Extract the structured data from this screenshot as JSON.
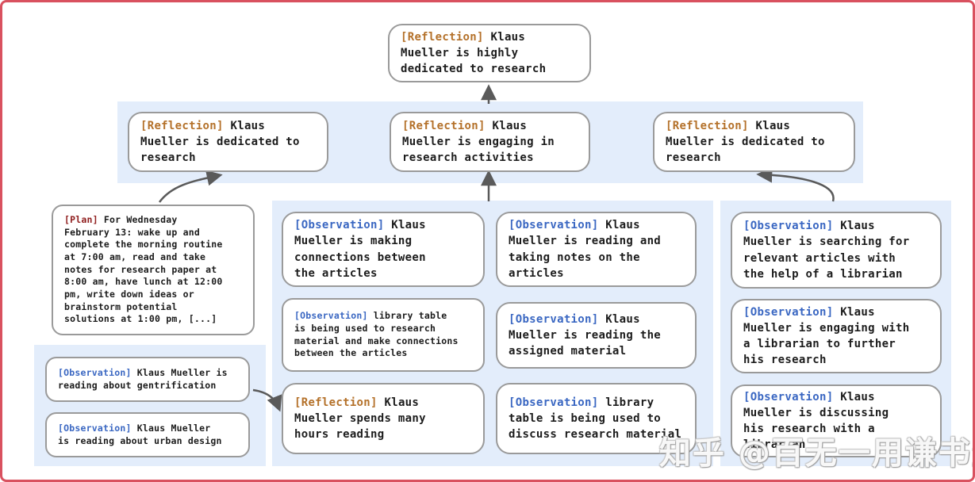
{
  "palette": {
    "frame_border": "#d9515f",
    "panel_bg": "#e3edfb",
    "box_border": "#9a9a9a",
    "reflection_tag": "#b4712a",
    "observation_tag": "#3a67c2",
    "plan_tag": "#8f1d1d",
    "body_text": "#1c1c1c",
    "arrow": "#5a5a5a"
  },
  "boxes": {
    "root": {
      "tag": "[Reflection]",
      "text": "Klaus\nMueller is highly\ndedicated to research"
    },
    "level2": [
      {
        "tag": "[Reflection]",
        "text": "Klaus\nMueller is dedicated to\nresearch"
      },
      {
        "tag": "[Reflection]",
        "text": "Klaus\nMueller is engaging in\nresearch activities"
      },
      {
        "tag": "[Reflection]",
        "text": "Klaus\nMueller is dedicated to\nresearch"
      }
    ],
    "plan": {
      "tag": "[Plan]",
      "text": "For Wednesday\nFebruary 13: wake up and\ncomplete the morning routine\nat 7:00 am, read and take\nnotes for research paper at\n8:00 am, have lunch at 12:00\npm, write down ideas or\nbrainstorm potential\nsolutions at 1:00 pm, [...]"
    },
    "left": [
      {
        "tag": "[Observation]",
        "text": "Klaus Mueller is\nreading about gentrification"
      },
      {
        "tag": "[Observation]",
        "text": "Klaus Mueller\nis reading about urban design"
      }
    ],
    "middle": [
      {
        "tag": "[Observation]",
        "text": "Klaus\nMueller is making\nconnections between\nthe articles"
      },
      {
        "tag": "[Observation]",
        "text": "library table\nis being used to research\nmaterial and make connections\nbetween the articles"
      },
      {
        "tag": "[Reflection]",
        "text": "Klaus\nMueller spends many\nhours reading"
      },
      {
        "tag": "[Observation]",
        "text": "Klaus\nMueller is reading and\ntaking notes on the\narticles"
      },
      {
        "tag": "[Observation]",
        "text": "Klaus\nMueller is reading the\nassigned material"
      },
      {
        "tag": "[Observation]",
        "text": "library\ntable is being used to\ndiscuss research material"
      }
    ],
    "right": [
      {
        "tag": "[Observation]",
        "text": "Klaus\nMueller is searching for\nrelevant articles with\nthe help of a librarian"
      },
      {
        "tag": "[Observation]",
        "text": "Klaus\nMueller is engaging with\na librarian to further\nhis research"
      },
      {
        "tag": "[Observation]",
        "text": "Klaus\nMueller is discussing\nhis research with a\nlibrarian"
      }
    ]
  },
  "watermark": "知乎 @百无一用谦书生"
}
